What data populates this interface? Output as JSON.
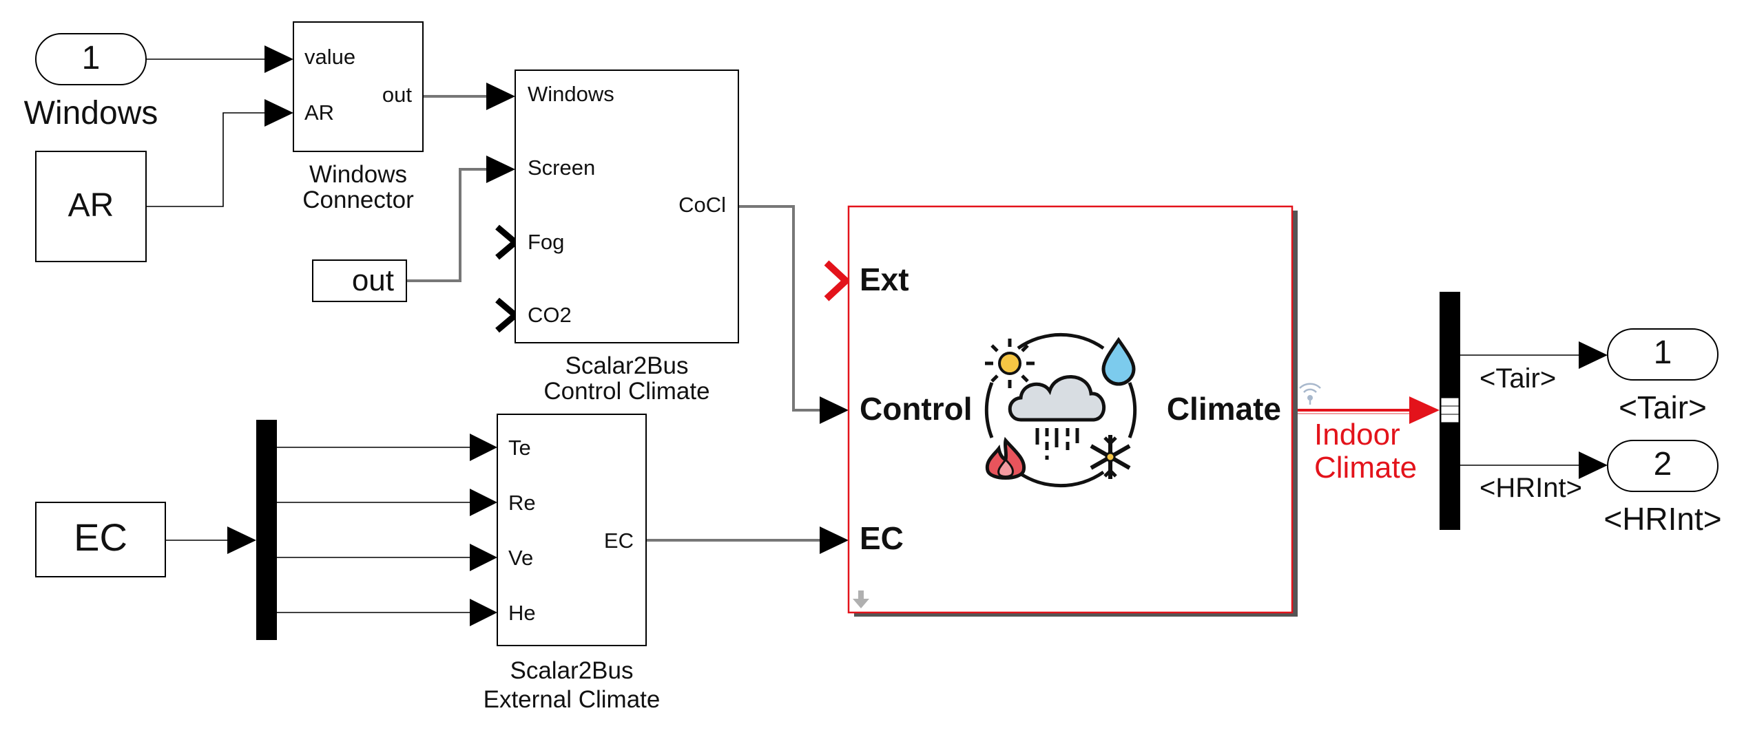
{
  "colors": {
    "highlight": "#e3131b",
    "line": "#000000",
    "bus_line": "#777777",
    "shadow": "#666666"
  },
  "inports": [
    {
      "number": "1",
      "name": "Windows"
    }
  ],
  "from_tags": {
    "ar": "AR",
    "out": "out",
    "ec": "EC"
  },
  "windows_connector": {
    "name_line1": "Windows",
    "name_line2": "Connector",
    "in1": "value",
    "in2": "AR",
    "out": "out"
  },
  "control_climate_bus": {
    "name_line1": "Scalar2Bus",
    "name_line2": "Control Climate",
    "in1": "Windows",
    "in2": "Screen",
    "in3": "Fog",
    "in4": "CO2",
    "out": "CoCl"
  },
  "external_climate_bus": {
    "name_line1": "Scalar2Bus",
    "name_line2": "External Climate",
    "in1": "Te",
    "in2": "Re",
    "in3": "Ve",
    "in4": "He",
    "out": "EC"
  },
  "climate_block": {
    "in1": "Ext",
    "in2": "Control",
    "in3": "EC",
    "out": "Climate",
    "icon": "weather-climate-icon"
  },
  "signal": {
    "line1": "Indoor",
    "line2": "Climate"
  },
  "bus_selector": {
    "sig1": "<Tair>",
    "sig2": "<HRInt>"
  },
  "outports": [
    {
      "number": "1",
      "name": "<Tair>"
    },
    {
      "number": "2",
      "name": "<HRInt>"
    }
  ]
}
